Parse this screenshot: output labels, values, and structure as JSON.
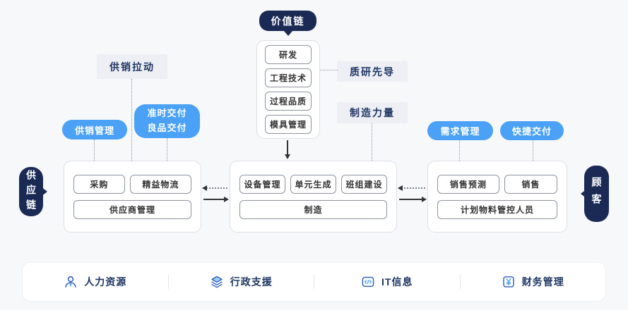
{
  "colors": {
    "navy": "#1b2a55",
    "blue": "#4aa1f5",
    "label-bg": "#edeff4",
    "page-bg": "#f7f8fa",
    "ink": "#333333",
    "navy-text": "#1f3663",
    "border-light": "#dcdfe4",
    "border-dark": "#8d939c",
    "dotted": "#8f959d",
    "arrow": "#333333",
    "icon-blue": "#2d5bb8",
    "icon-light": "#4aa1f5",
    "divider": "#e4e7ec",
    "white": "#ffffff"
  },
  "badges": {
    "value_chain": "价值链",
    "supply_chain": "供应链",
    "customer": "顾客"
  },
  "labels": {
    "supply_pull": "供销拉动",
    "quality_research_first": "质研先导",
    "manufacturing_power": "制造力量"
  },
  "pills": {
    "supply_sales_mgmt": "供销管理",
    "on_time_delivery": "准时交付",
    "good_product_delivery": "良品交付",
    "demand_mgmt": "需求管理",
    "quick_delivery": "快捷交付"
  },
  "boxes": {
    "rnd": {
      "items": [
        "研发",
        "工程技术",
        "过程品质",
        "模具管理"
      ]
    },
    "supplier": {
      "row1": [
        "采购",
        "精益物流"
      ],
      "row2": "供应商管理"
    },
    "manufacturing": {
      "row1": [
        "设备管理",
        "单元生成",
        "班组建设"
      ],
      "row2": "制造"
    },
    "sales": {
      "row1": [
        "销售预测",
        "销售"
      ],
      "row2": "计划物料管控人员"
    }
  },
  "footer": {
    "items": [
      {
        "icon": "person-icon",
        "label": "人力资源"
      },
      {
        "icon": "layers-icon",
        "label": "行政支援"
      },
      {
        "icon": "code-icon",
        "label": "IT信息"
      },
      {
        "icon": "yen-icon",
        "label": "财务管理"
      }
    ]
  }
}
